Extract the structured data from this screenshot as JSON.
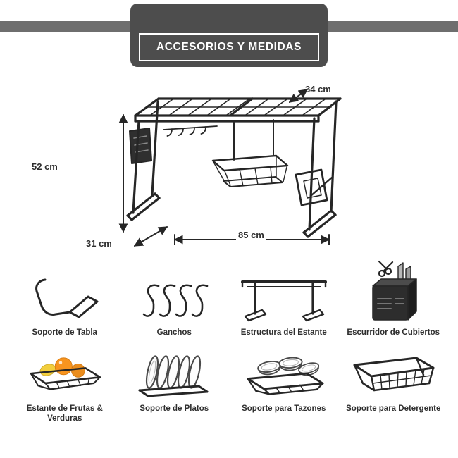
{
  "header": {
    "title": "ACCESORIOS Y MEDIDAS"
  },
  "rack": {
    "dim_top_depth": "34 cm",
    "dim_height": "52 cm",
    "dim_base_depth": "31 cm",
    "dim_width": "85 cm"
  },
  "accessories": [
    {
      "id": "board-holder",
      "label": "Soporte de Tabla"
    },
    {
      "id": "hooks",
      "label": "Ganchos"
    },
    {
      "id": "frame",
      "label": "Estructura del Estante"
    },
    {
      "id": "cutlery-drainer",
      "label": "Escurridor de Cubiertos"
    },
    {
      "id": "fruit-basket",
      "label": "Estante de Frutas & Verduras"
    },
    {
      "id": "plate-holder",
      "label": "Soporte de Platos"
    },
    {
      "id": "bowl-holder",
      "label": "Soporte para Tazones"
    },
    {
      "id": "detergent-holder",
      "label": "Soporte para Detergente"
    }
  ],
  "colors": {
    "header_bar": "#6e6e6e",
    "title_box": "#4d4d4d",
    "line_art": "#262626",
    "text_dark": "#2e2e2e",
    "fruit_orange": "#F7941E",
    "fruit_yellow": "#F2CE3C"
  }
}
